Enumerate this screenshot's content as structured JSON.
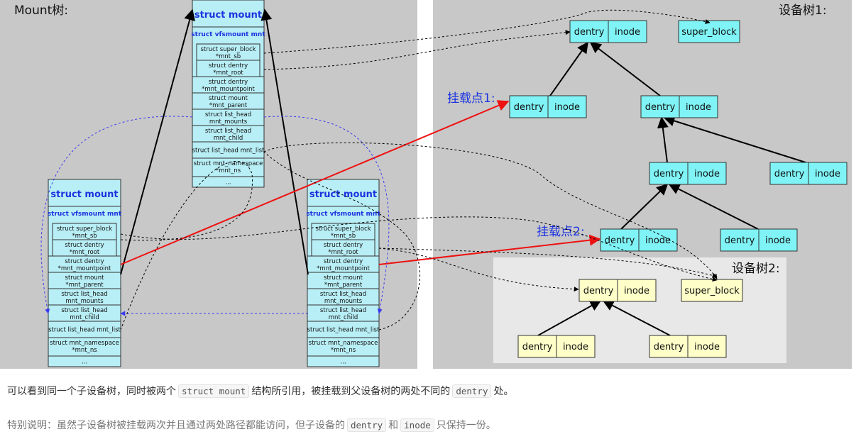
{
  "labels": {
    "mount_tree": "Mount树:",
    "device_tree_1": "设备树1:",
    "device_tree_2": "设备树2:",
    "mount_point_1": "挂载点1:",
    "mount_point_2": "挂载点2:"
  },
  "struct_mount_fields": {
    "title": "struct mount",
    "vfsmount": "struct vfsmount mnt",
    "sb_1": "struct super_block",
    "sb_2": "*mnt_sb",
    "root_1": "struct dentry",
    "root_2": "*mnt_root",
    "mp_1": "struct dentry",
    "mp_2": "*mnt_mountpoint",
    "parent_1": "struct mount",
    "parent_2": "*mnt_parent",
    "mounts_1": "struct list_head",
    "mounts_2": "mnt_mounts",
    "child_1": "struct list_head",
    "child_2": "mnt_child",
    "list": "struct list_head mnt_list",
    "ns_1": "struct mnt_namespace",
    "ns_2": "*mnt_ns",
    "more": "..."
  },
  "node_labels": {
    "dentry": "dentry",
    "inode": "inode",
    "super_block": "super_block"
  },
  "caption": {
    "line1_a": "可以看到同一个子设备树，同时被两个",
    "line1_code1": "struct mount",
    "line1_b": "结构所引用，被挂载到父设备树的两处不同的",
    "line1_code2": "dentry",
    "line1_c": "处。",
    "line2_a": "特别说明：虽然子设备树被挂载两次并且通过两处路径都能访问，但子设备的",
    "line2_code1": "dentry",
    "line2_b": "和",
    "line2_code2": "inode",
    "line2_c": "只保持一份。"
  },
  "colors": {
    "panel_bg": "#c8c8c8",
    "sub_panel_bg": "#e8e8e8",
    "cyan_node": "#7ff3f5",
    "yellow_node": "#fefec8",
    "struct_fill": "#b8eef5",
    "struct_title": "#1c33e0",
    "red_arrow": "#ee1111",
    "blue_dashed": "#3a3af0"
  }
}
